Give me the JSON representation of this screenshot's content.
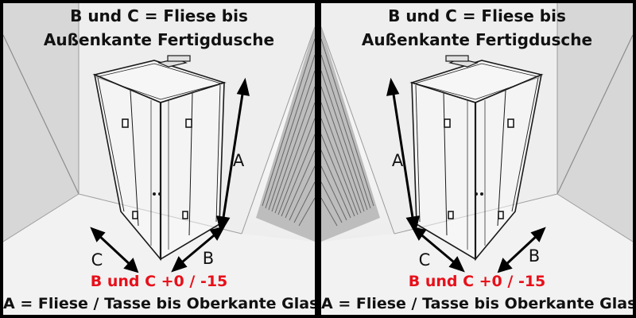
{
  "heading_line1": "B und C = Fliese bis",
  "heading_line2": "Außenkante Fertigdusche",
  "tolerance": "B und C +0 / -15",
  "footer": "A = Fliese / Tasse bis Oberkante Glas",
  "labels": {
    "a": "A",
    "b": "B",
    "c": "C"
  },
  "colors": {
    "tolerance_text": "#e8101a",
    "frame": "#000000"
  }
}
